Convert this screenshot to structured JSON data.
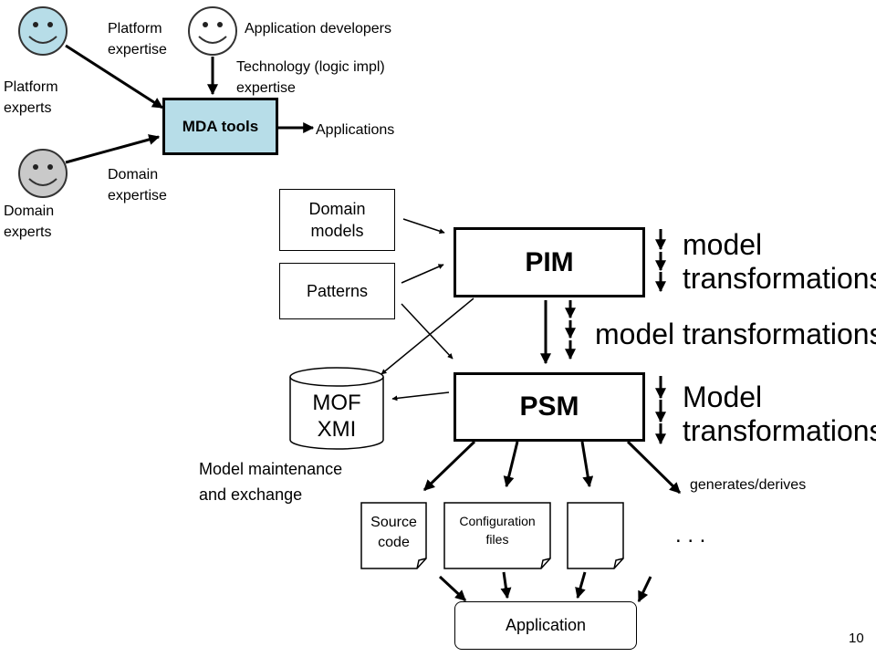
{
  "actors": {
    "platform_experts": "Platform\nexperts",
    "app_developers": "Application developers",
    "domain_experts": "Domain\nexperts"
  },
  "expertise": {
    "platform": "Platform\nexpertise",
    "technology": "Technology (logic impl)\nexpertise",
    "domain": "Domain\nexpertise"
  },
  "mda_tools": "MDA tools",
  "applications": "Applications",
  "inputs": {
    "domain_models": "Domain\nmodels",
    "patterns": "Patterns"
  },
  "pim": "PIM",
  "psm": "PSM",
  "transformations": {
    "pim_side_1": "model",
    "pim_side_2": "transformations",
    "middle": "model transformations",
    "psm_side_1": "Model",
    "psm_side_2": "transformations"
  },
  "repository": {
    "line1": "MOF",
    "line2": "XMI"
  },
  "maintenance": "Model maintenance\nand exchange",
  "generates": "generates/derives",
  "artifacts": {
    "source_code": "Source\ncode",
    "config_files": "Configuration\nfiles",
    "ellipsis": ". . ."
  },
  "application": "Application",
  "page_number": "10",
  "colors": {
    "smiley_blue": "#b7dde8",
    "smiley_gray": "#c9c9c9",
    "mda_fill": "#b7dde8"
  }
}
